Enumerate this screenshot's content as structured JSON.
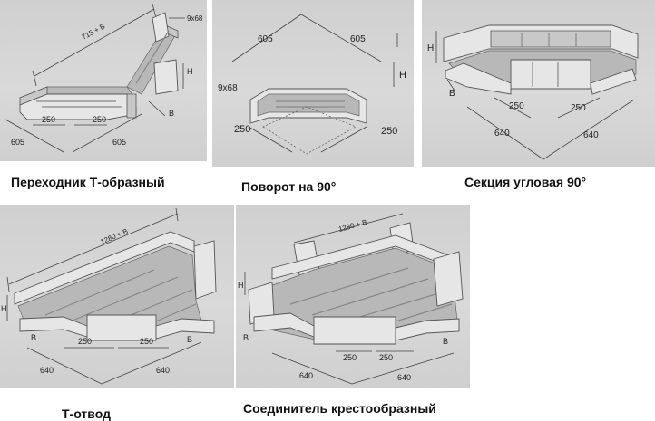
{
  "figures": [
    {
      "caption": "Переходник Т-образный",
      "labels": {
        "length": "715 + B",
        "bolt": "9x68",
        "h": "H",
        "b": "B",
        "w1": "250",
        "w2": "250",
        "l1": "605",
        "l2": "605"
      }
    },
    {
      "caption": "Поворот на 90°",
      "labels": {
        "l1": "605",
        "l2": "605",
        "bolt": "9x68",
        "h": "H",
        "w1": "250",
        "w2": "250"
      }
    },
    {
      "caption": "Секция угловая 90°",
      "labels": {
        "h": "H",
        "b": "B",
        "w1": "250",
        "w2": "250",
        "l1": "640",
        "l2": "640"
      }
    },
    {
      "caption": "Т-отвод",
      "labels": {
        "length": "1280 + B",
        "h": "H",
        "b1": "B",
        "b2": "B",
        "w1": "250",
        "w2": "250",
        "l1": "640",
        "l2": "640"
      }
    },
    {
      "caption": "Соединитель крестообразный",
      "labels": {
        "length": "1280 + B",
        "h": "H",
        "b1": "B",
        "b2": "B",
        "w1": "250",
        "w2": "250",
        "l1": "640",
        "l2": "640"
      }
    }
  ]
}
